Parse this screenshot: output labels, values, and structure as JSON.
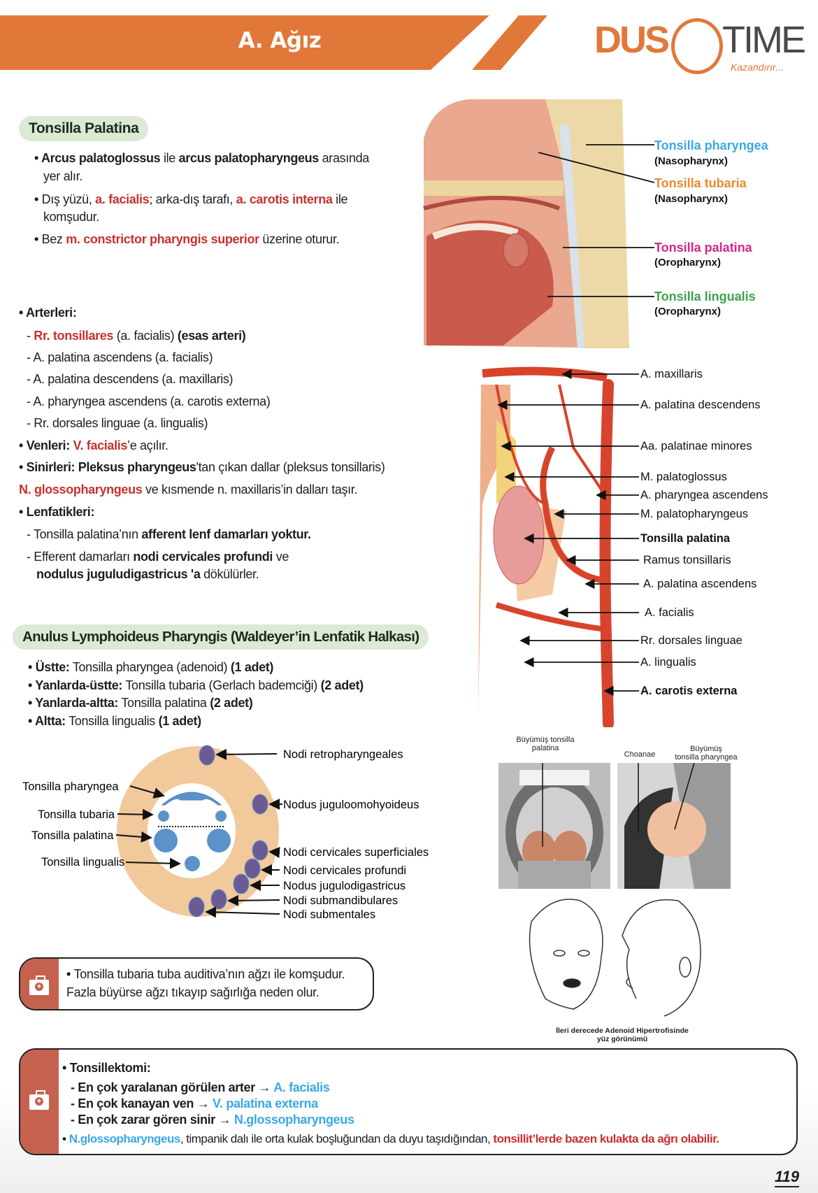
{
  "header": {
    "title": "A. Ağız",
    "logo_left": "DUS",
    "logo_right": "TIME",
    "logo_tagline": "Kazandırır..."
  },
  "tonsilla_palatina": {
    "heading": "Tonsilla Palatina",
    "b1": [
      "Arcus palatoglossus",
      "  ile ",
      "arcus palatopharyngeus",
      " arasında",
      "yer alır."
    ],
    "b2": [
      "Dış yüzü, ",
      "a. facialis",
      "; arka-dış tarafı, ",
      "a. carotis interna",
      " ile",
      "komşudur."
    ],
    "b3": [
      "Bez ",
      "m. constrictor pharyngis superior",
      " üzerine oturur."
    ]
  },
  "arteries": {
    "label": "Arterleri:",
    "i0": [
      "Rr. tonsillares",
      " (a. facialis) ",
      "(esas arteri)"
    ],
    "i1": "A. palatina ascendens (a. facialis)",
    "i2": "A. palatina descendens (a. maxillaris)",
    "i3": "A. pharyngea ascendens (a. carotis externa)",
    "i4": "Rr. dorsales linguae (a. lingualis)"
  },
  "veins": [
    "Venleri:",
    " ",
    "V. facialis",
    "’e açılır."
  ],
  "nerves": [
    "Sinirleri: Pleksus pharyngeus",
    "'tan çıkan dallar (pleksus tonsillaris)",
    "N. glossopharyngeus",
    " ve kısmende n. maxillaris’in dalları taşır."
  ],
  "lymph": {
    "label": "Lenfatikleri:",
    "i0": [
      "Tonsilla palatina’nın ",
      "afferent lenf damarları yoktur."
    ],
    "i1": [
      "Efferent damarları ",
      "nodi cervicales profundi",
      " ve"
    ],
    "i2": [
      "nodulus juguludigastricus 'a",
      " dökülürler."
    ]
  },
  "anulus": {
    "heading": "Anulus Lymphoideus Pharyngis (Waldeyer’in Lenfatik Halkası)",
    "items": [
      [
        "Üstte:",
        " Tonsilla pharyngea (adenoid) ",
        "(1 adet)"
      ],
      [
        "Yanlarda-üstte:",
        " Tonsilla tubaria (Gerlach bademciği) ",
        "(2 adet)"
      ],
      [
        "Yanlarda-altta:",
        " Tonsilla palatina ",
        "(2 adet)"
      ],
      [
        "Altta:",
        " Tonsilla lingualis ",
        "(1 adet)"
      ]
    ]
  },
  "ring_diagram": {
    "left_labels": [
      "Tonsilla pharyngea",
      "Tonsilla tubaria",
      "Tonsilla palatina",
      "Tonsilla lingualis"
    ],
    "right_labels": [
      "Nodi retropharyngeales",
      "Nodus juguloomohyoideus",
      "Nodi cervicales superficiales",
      "Nodi cervicales profundi",
      "Nodus jugulodigastricus",
      "Nodi submandibulares",
      "Nodi submentales"
    ]
  },
  "callout": {
    "line1": "Tonsilla tubaria tuba auditiva’nın ağzı ile komşudur.",
    "line2": "Fazla büyürse ağzı tıkayıp sağırlığa neden olur."
  },
  "tonsillectomy": {
    "title": "Tonsillektomi:",
    "rows": [
      [
        "En çok yaralanan görülen arter → ",
        "A. facialis"
      ],
      [
        "En çok kanayan ven → ",
        "V. palatina externa"
      ],
      [
        "En çok zarar gören sinir → ",
        "N.glossopharyngeus"
      ]
    ],
    "note": [
      "N.glossopharyngeus",
      ", timpanik dalı ile orta kulak boşluğundan da duyu taşıdığından, ",
      "tonsillit’lerde bazen kulakta da ağrı olabilir."
    ]
  },
  "sagittal_figure": {
    "labels": [
      {
        "name": "Tonsilla pharyngea",
        "sub": "(Nasopharynx)",
        "color": "#3BA8E6"
      },
      {
        "name": "Tonsilla tubaria",
        "sub": "(Nasopharynx)",
        "color": "#E98A2C"
      },
      {
        "name": "Tonsilla palatina",
        "sub": "(Oropharynx)",
        "color": "#D6268A"
      },
      {
        "name": "Tonsilla lingualis",
        "sub": "(Oropharynx)",
        "color": "#3DA24A"
      }
    ]
  },
  "artery_figure": {
    "labels": [
      "A. maxillaris",
      "A. palatina descendens",
      "Aa. palatinae minores",
      "M. palatoglossus",
      "A. pharyngea ascendens",
      "M. palatopharyngeus",
      "Tonsilla palatina",
      "Ramus tonsillaris",
      "A. palatina ascendens",
      "A. facialis",
      "Rr. dorsales linguae",
      "A. lingualis",
      "A. carotis externa"
    ]
  },
  "hypertrophy_figure": {
    "label_palatina": [
      "Büyümüş tonsilla",
      "palatina"
    ],
    "label_choanae": "Choanae",
    "label_pharyngea": [
      "Büyümüş",
      "tonsilla pharyngea"
    ],
    "caption": [
      "İleri derecede Adenoid Hipertrofisinde",
      "yüz görünümü"
    ]
  },
  "page_number": "119",
  "colors": {
    "brand_orange": "#E2773A",
    "red": "#C8312F",
    "blue": "#3BA8E6",
    "pill_green": "#DCE9D5",
    "callout_red": "#C5624F"
  }
}
